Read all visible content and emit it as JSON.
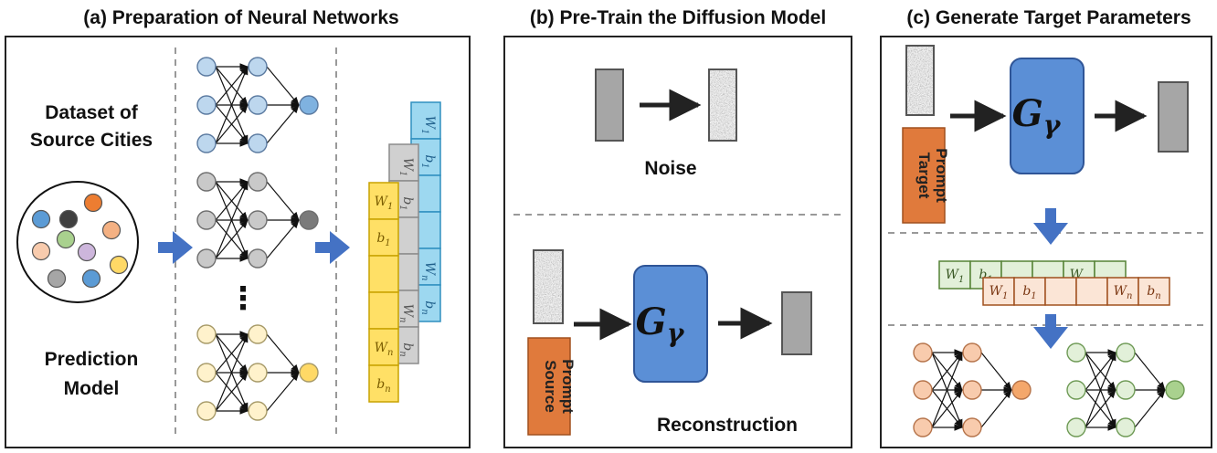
{
  "panels": {
    "a": {
      "title": "(a) Preparation of Neural Networks",
      "dataset_label_line1": "Dataset of",
      "dataset_label_line2": "Source Cities",
      "model_label_line1": "Prediction",
      "model_label_line2": "Model",
      "ellipsis": "⋮",
      "dataset_dot_colors": [
        "#5b9bd5",
        "#404040",
        "#f4b183",
        "#f8cbad",
        "#cdb6dc",
        "#a9d18e",
        "#5b9bd5",
        "#a6a6a6",
        "#ffd966",
        "#ed7d31"
      ],
      "networks": [
        {
          "fill": "#bdd7ee",
          "stroke": "#5b7aa0",
          "out_fill": "#7fb2e0"
        },
        {
          "fill": "#c9c9c9",
          "stroke": "#6e6e6e",
          "out_fill": "#7a7a7a"
        },
        {
          "fill": "#fff2cc",
          "stroke": "#a79a68",
          "out_fill": "#ffd966"
        }
      ],
      "param_cards": [
        {
          "cells": [
            "W1",
            "b1",
            "",
            "",
            "Wn",
            "bn"
          ],
          "color": "#9dd8f0",
          "border": "#2f8fbf",
          "text": "#1f5f8b"
        },
        {
          "cells": [
            "W1",
            "b1",
            "",
            "",
            "Wn",
            "bn"
          ],
          "color": "#d0d0d0",
          "border": "#8c8c8c",
          "text": "#555555"
        },
        {
          "cells": [
            "W1",
            "b1",
            "",
            "",
            "Wn",
            "bn"
          ],
          "color": "#ffe066",
          "border": "#c8a200",
          "text": "#7a5c00"
        }
      ]
    },
    "b": {
      "title": "(b) Pre-Train the Diffusion Model",
      "noise_label": "Noise",
      "reconstruction_label": "Reconstruction",
      "prompt_line1": "Source",
      "prompt_line2": "Prompt",
      "model_symbol": "G",
      "model_subscript": "γ"
    },
    "c": {
      "title": "(c) Generate Target Parameters",
      "prompt_line1": "Target",
      "prompt_line2": "Prompt",
      "model_symbol": "G",
      "model_subscript": "γ",
      "green_cells": [
        "W1",
        "b1",
        "",
        "",
        "Wn",
        ""
      ],
      "orange_cells": [
        "W1",
        "b1",
        "",
        "",
        "Wn",
        "bn"
      ],
      "out_network_fills": [
        "#f8cbad",
        "#e2f0d9"
      ],
      "out_network_outputs": [
        "#f4a76b",
        "#a9d18e"
      ]
    }
  },
  "colors": {
    "model_block": "#5b8fd6",
    "model_border": "#2f5597",
    "prompt": "#e07a3c",
    "arrow_blue": "#4472c4",
    "arrow_dark": "#222222",
    "grey_block": "#a6a6a6"
  }
}
